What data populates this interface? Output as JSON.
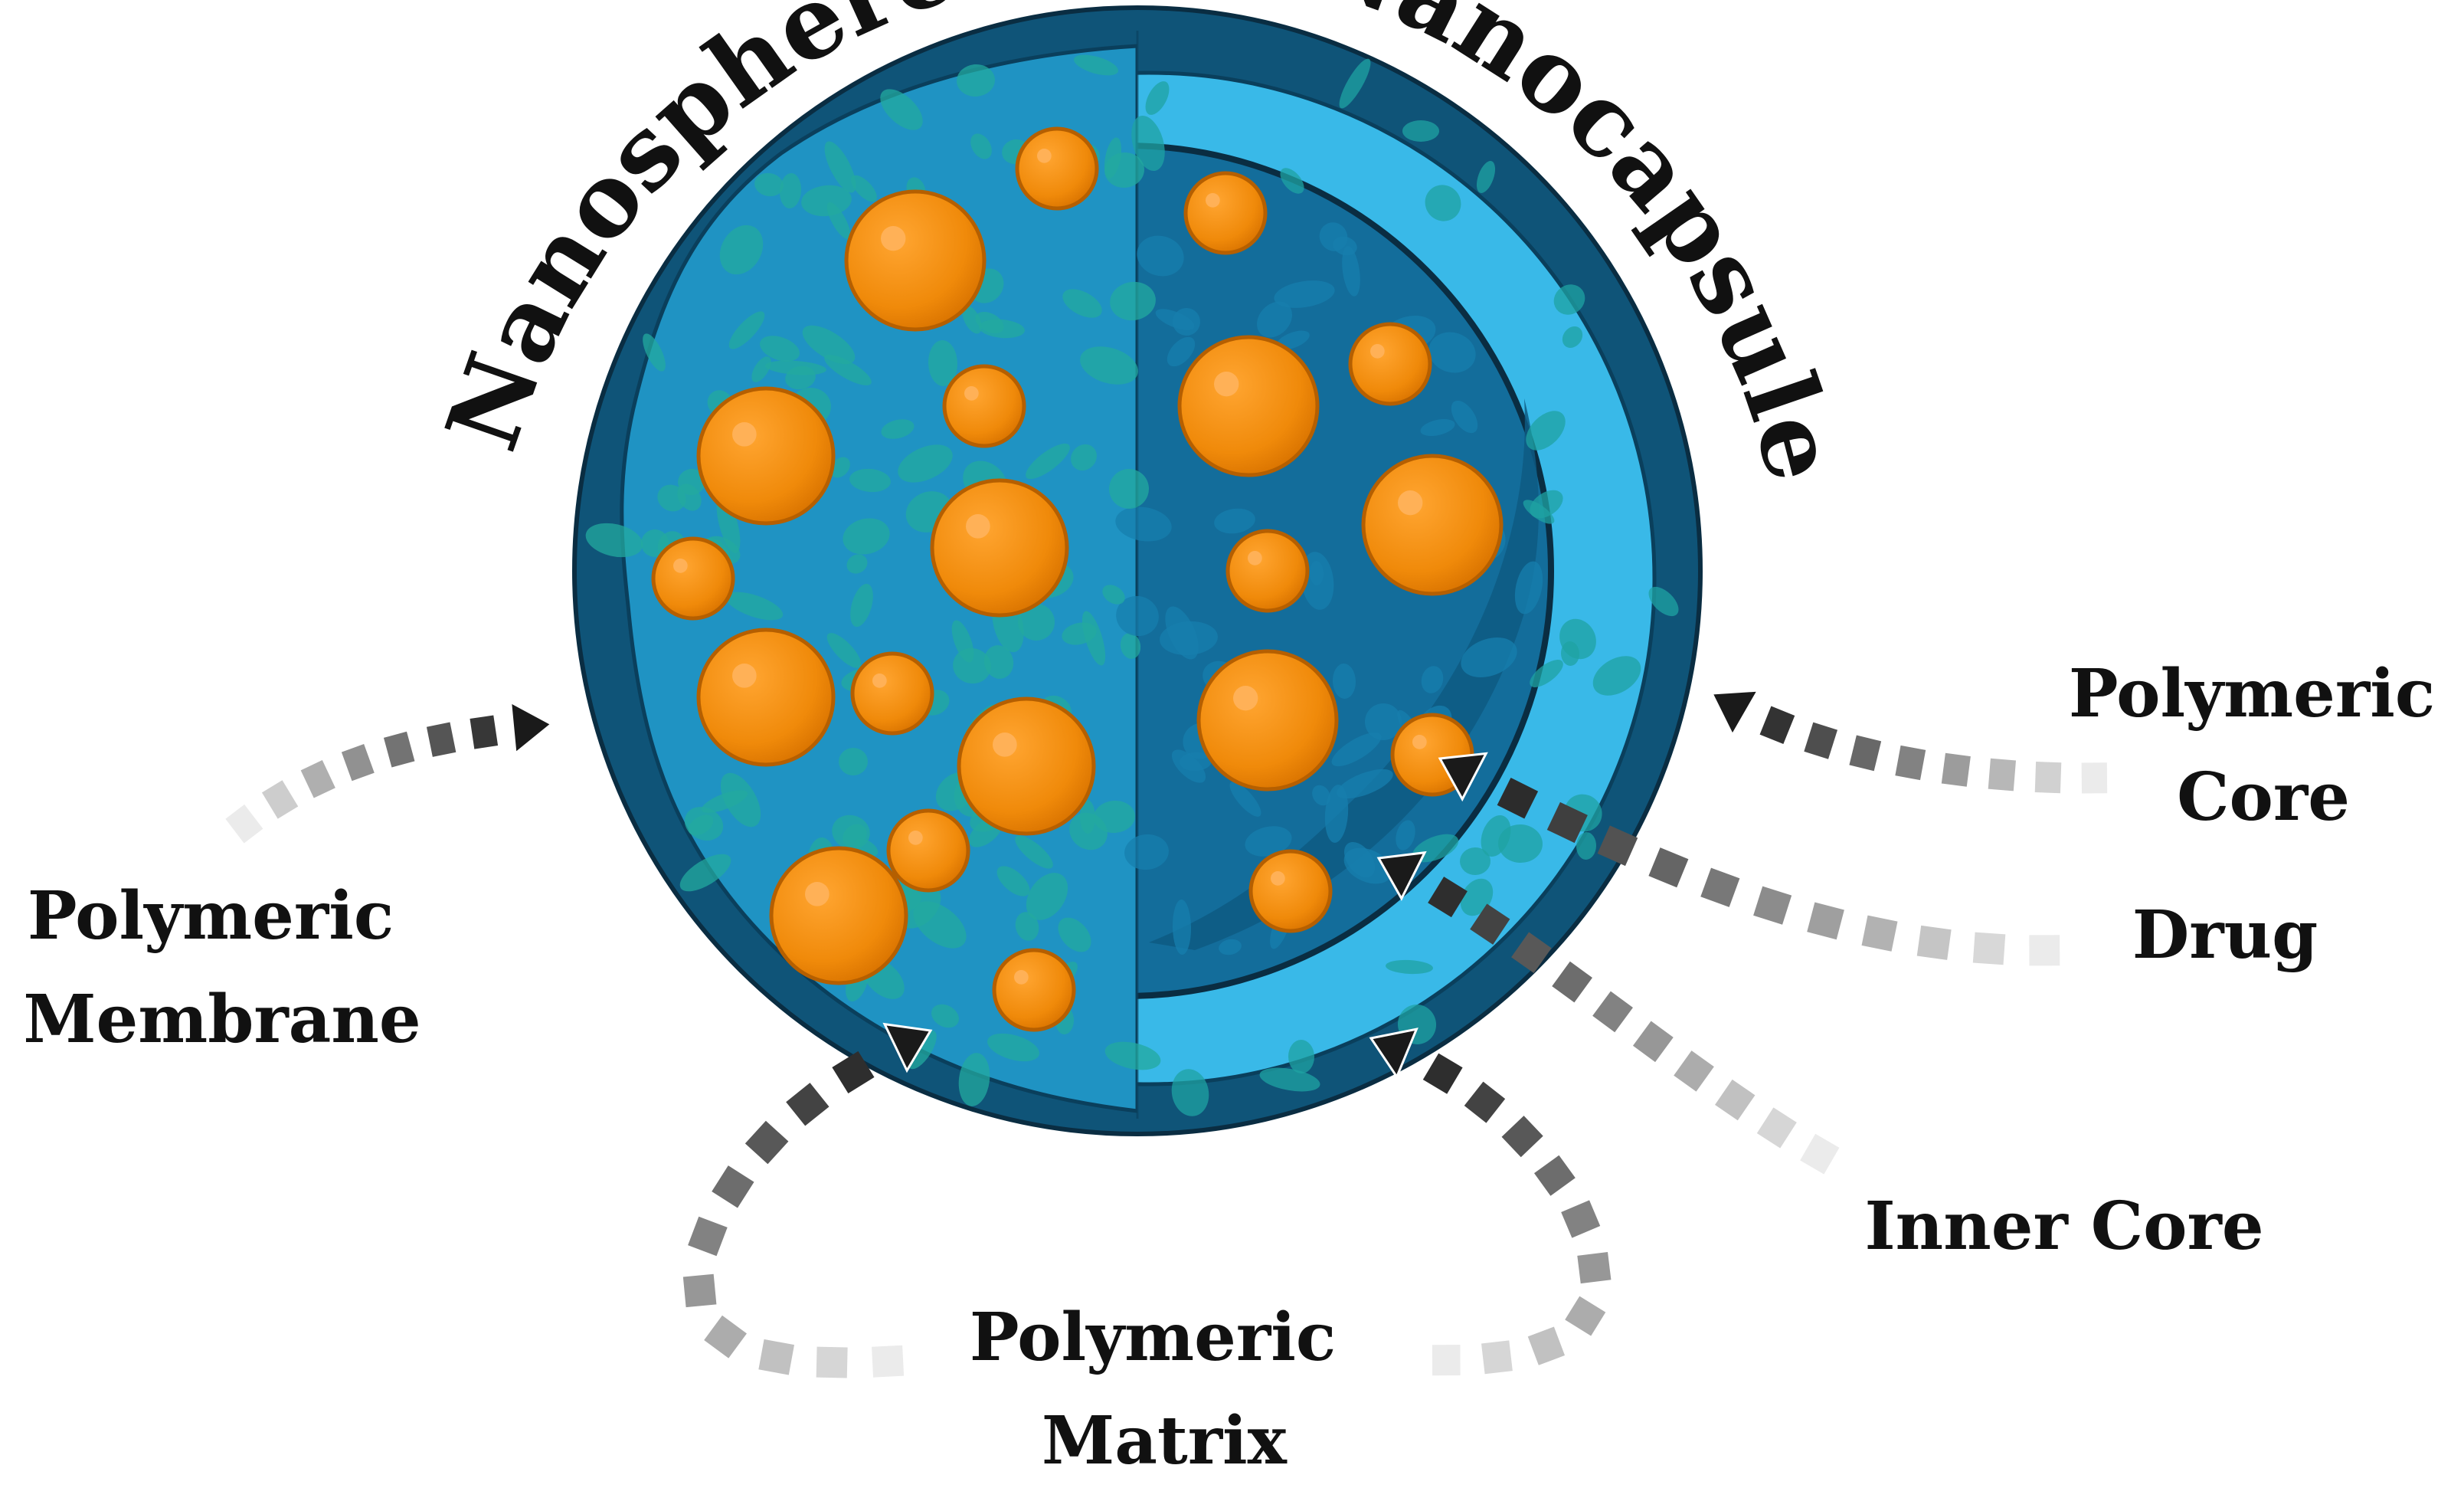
{
  "titles": {
    "left": "Nanosphere",
    "right": "Nanocapsule"
  },
  "labels": {
    "polymeric_membrane": [
      "Polymeric",
      "Membrane"
    ],
    "polymeric_core": [
      "Polymeric",
      "Core"
    ],
    "drug": "Drug",
    "inner_core": "Inner Core",
    "polymeric_matrix": [
      "Polymeric",
      "Matrix"
    ]
  },
  "colors": {
    "outer_shell": "#0f5478",
    "shell_dark": "#0a3f5c",
    "matrix": "#1f93c3",
    "matrix_spot": "#23a99f",
    "capsule_wall": "#39b9e8",
    "inner_core": "#136d9b",
    "drug": "#f08a0a",
    "drug_dark": "#b55f00",
    "drug_highlight": "#ffb35c",
    "arrow": "#1a1a1a"
  }
}
